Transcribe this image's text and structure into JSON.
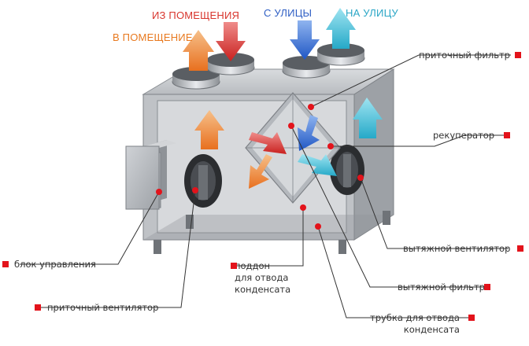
{
  "colors": {
    "marker": "#e3131b",
    "line": "#333333",
    "text": "#333333",
    "warm_top": "#f6c08a",
    "warm_bottom": "#e8701f",
    "hot_top": "#ef8c8a",
    "hot_bottom": "#c9201e",
    "cold_top": "#8fb4ef",
    "cold_bottom": "#1f56c4",
    "cyan_top": "#9fe4f1",
    "cyan_bottom": "#25a9c8",
    "casing": "#b9bcc0",
    "casing_dark": "#7e8287"
  },
  "flows": {
    "from_room": {
      "label": "ИЗ ПОМЕЩЕНИЯ",
      "color": "#d8352d"
    },
    "to_room": {
      "label": "В ПОМЕЩЕНИЕ",
      "color": "#e8791f"
    },
    "from_street": {
      "label": "С УЛИЦЫ",
      "color": "#2f5fc4"
    },
    "to_street": {
      "label": "НА УЛИЦУ",
      "color": "#2aa6c6"
    }
  },
  "callouts": {
    "supply_filter": "приточный фильтр",
    "recuperator": "рекуператор",
    "control_unit": "блок управления",
    "exhaust_fan": "вытяжной вентилятор",
    "condensate_tray": "поддон\nдля отвода\nконденсата",
    "exhaust_filter": "вытяжной фильтр",
    "supply_fan": "приточный вентилятор",
    "condensate_pipe": "трубка для отвода\nконденсата"
  }
}
